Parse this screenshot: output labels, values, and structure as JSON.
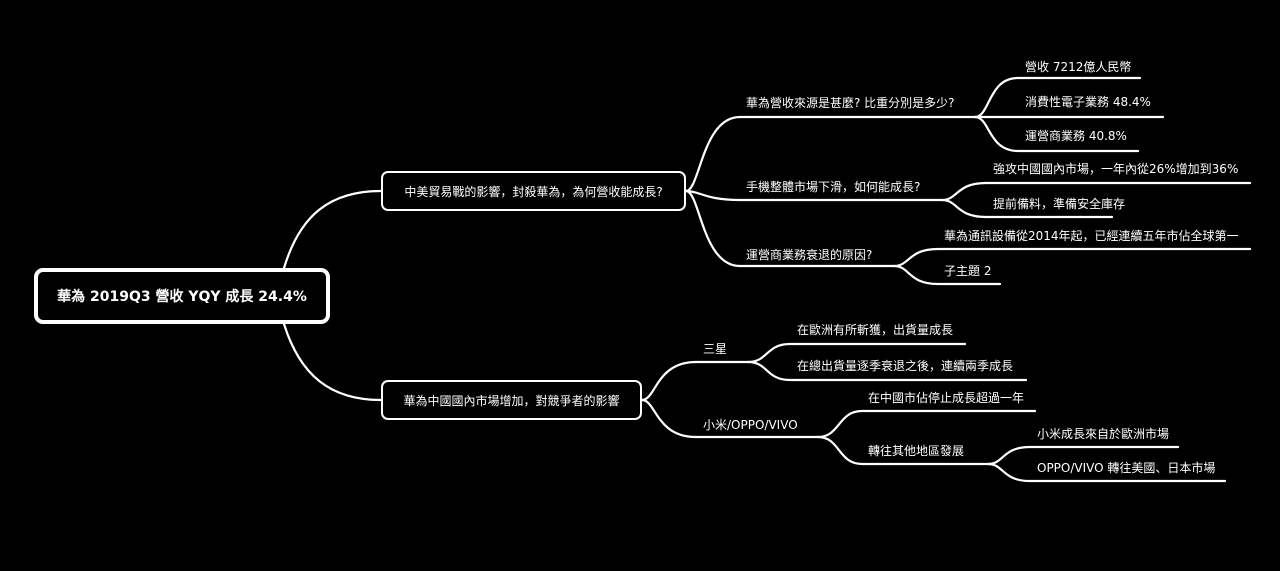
{
  "root": {
    "text": "華為 2019Q3 營收 YQY 成長 24.4%"
  },
  "branches": [
    {
      "text": "中美貿易戰的影響，封殺華為，為何營收能成長?",
      "children": [
        {
          "text": "華為營收來源是甚麼? 比重分別是多少?",
          "children": [
            {
              "text": "營收 7212億人民幣"
            },
            {
              "text": "消費性電子業務 48.4%"
            },
            {
              "text": "運營商業務 40.8%"
            }
          ]
        },
        {
          "text": "手機整體市場下滑，如何能成長?",
          "children": [
            {
              "text": "強攻中國國內市場，一年內從26%增加到36%"
            },
            {
              "text": "提前備料，準備安全庫存"
            }
          ]
        },
        {
          "text": "運營商業務衰退的原因?",
          "children": [
            {
              "text": "華為通訊設備從2014年起，已經連續五年市佔全球第一"
            },
            {
              "text": "子主題 2"
            }
          ]
        }
      ]
    },
    {
      "text": "華為中國國內市場增加，對競爭者的影響",
      "children": [
        {
          "text": "三星",
          "children": [
            {
              "text": "在歐洲有所斬獲，出貨量成長"
            },
            {
              "text": "在總出貨量逐季衰退之後，連續兩季成長"
            }
          ]
        },
        {
          "text": "小米/OPPO/VIVO",
          "children": [
            {
              "text": "在中國市佔停止成長超過一年"
            },
            {
              "text": "轉往其他地區發展",
              "children": [
                {
                  "text": "小米成長來自於歐洲市場"
                },
                {
                  "text": "OPPO/VIVO 轉往美國、日本市場"
                }
              ]
            }
          ]
        }
      ]
    }
  ]
}
